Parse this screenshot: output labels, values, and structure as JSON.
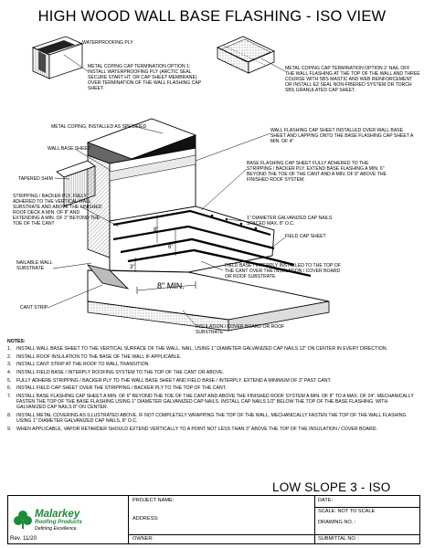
{
  "title": "HIGH WOOD WALL BASE FLASHING - ISO VIEW",
  "callouts": {
    "waterproofing_ply": "WATERPROOFING PLY",
    "coping_option1": "METAL COPING CAP TERMINATION OPTION 1: INSTALL WATERPROOFING PLY (ARCTIC SEAL SECURE START HT. OR CAP SHEET MEMBRANE) OVER TERMINATION OF THE WALL FLASHING CAP SHEET.",
    "coping_option2": "METAL COPING CAP TERMINATION OPTION 2: NAIL OFF THE WALL FLASHING AT THE TOP OF THE WALL AND THREE COURSE WITH SBS MASTIC AND WEB REINFORCEMENT OR INSTALL EZ SEAL NON-FIBERED SYSTEM OR TORCH SBS GRANULATED CAP SHEET.",
    "metal_coping": "METAL COPING, INSTALLED AS SPECIFIED",
    "wall_base_sheet": "WALL BASE SHEET",
    "tapered_shim": "TAPERED SHIM",
    "wall_flashing_cap": "WALL FLASHING CAP SHEET INSTALLED OVER WALL BASE SHEET AND LAPPING ONTO THE BASE FLASHING CAP SHEET A MIN. OF 4\"",
    "base_flashing_cap": "BASE FLASHING CAP SHEET FULLY ADHERED TO THE STRIPPING / BACKER PLY. EXTEND BASE FLASHING A MIN. 6\" BEYOND THE TOE OF THE CANT AND A MIN. OF 8\" ABOVE THE FINISHED ROOF SYSTEM.",
    "stripping_backer": "STRIPPING / BACKER PLY. FULLY ADHERED TO THE VERTICAL WALL SUBSTRATE AND ABOVE THE FINISHED ROOF DECK A MIN. OF 8\" AND EXTENDING A MIN. OF 3\" BEYOND THE TOE OF THE CANT",
    "galv_nails": "1\" DIAMETER GALVANIZED CAP NAILS SPACED MAX. 8\" O.C.",
    "field_cap_sheet": "FIELD CAP SHEET",
    "nailable_wall": "NAILABLE WALL SUBSTRATE",
    "field_base": "FIELD BASE / INTERPLY INSTALLED TO THE TOP OF THE CANT OVER THE INSULATION / COVER BOARD OR ROOF SUBSTRATE",
    "cant_strip": "CANT STRIP",
    "insulation": "INSULATION / COVER BOARD OR ROOF SUBSTRATE"
  },
  "dimensions": {
    "d1": "8\"",
    "d2": "6\"",
    "d3": "3\"",
    "min8": "8\" MIN."
  },
  "notes": {
    "heading": "NOTES:",
    "items": [
      "INSTALL WALL BASE SHEET TO THE VERTICAL SURFACE OF THE WALL. NAIL, USING 1\" DIAMETER GALVANIZED CAP NAILS 12\" ON CENTER IN EVERY DIRECTION.",
      "INSTALL ROOF INSULATION TO THE BASE OF THE WALL IF APPLICABLE.",
      "INSTALL CANT STRIP AT THE ROOF TO WALL TRANSITION.",
      "INSTALL FIELD BASE / INTERPLY ROOFING SYSTEM TO THE TOP OF THE CANT OR ABOVE.",
      "FULLY ADHERE STRIPPING / BACKER PLY TO THE WALL BASE SHEET AND FIELD BASE / INTERPLY. EXTEND A MINIMUM OF 3\" PAST CANT.",
      "INSTALL FIELD CAP SHEET OVER THE STRIPPING / BACKER PLY TO THE TOP OF THE CANT.",
      "INSTALL BASE FLASHING CAP SHEET A MIN. OF 6\" BEYOND THE TOE OF THE CANT AND ABOVE THE FINISHED ROOF SYSTEM A MIN. OF 8\" TO A MAX. OF 24\". MECHANICALLY FASTEN THE TOP OF THE BASE FLASHING USING 1\" DIAMETER GALVANIZED CAP NAILS. INSTALL CAP NAILS 1/2\" BELOW THE TOP OF THE BASE FLASHING. WITH GALVANIZED CAP NAILS 8\" ON CENTER.",
      "INSTALL METAL COVERING AS ILLUSTRATED ABOVE. IF NOT COMPLETELY WRAPPING THE TOP OF THE WALL, MECHANICALLY FASTEN THE TOP OF THE WALL FLASHING USING 1\" DIAMETER GALVANIZED CAP NAILS, 8\" O.C.",
      "WHEN APPLICABLE, VAPOR RETARDER SHOULD EXTEND VERTICALLY TO A POINT NOT LESS THAN 3\" ABOVE THE TOP OF THE INSULATION / COVER BOARD."
    ]
  },
  "sheet_title": "LOW SLOPE 3 - ISO",
  "title_block": {
    "project_name": "PROJECT NAME:",
    "address": "ADDRESS:",
    "owner": "OWNER:",
    "date": "DATE:",
    "scale": "SCALE:  NOT TO SCALE",
    "drawing_no": "DRAWING NO. :",
    "submittal_no": "SUBMITTAL NO. :"
  },
  "logo": {
    "name": "Malarkey",
    "sub": "Roofing Products",
    "tagline": "Defining Excellence."
  },
  "revision": "Rev. 11/20",
  "colors": {
    "brand_green": "#1f8a3a"
  }
}
